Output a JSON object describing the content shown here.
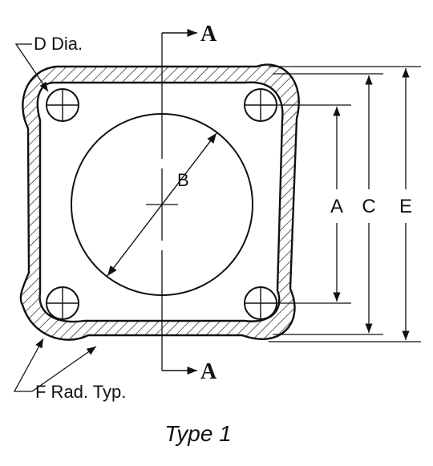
{
  "labels": {
    "bolt_hole": "D Dia.",
    "corner_radius": "F Rad. Typ.",
    "bore": "B",
    "dim_a": "A",
    "dim_c": "C",
    "dim_e": "E",
    "section_top": "A",
    "section_bottom": "A",
    "caption": "Type 1"
  },
  "colors": {
    "ink": "#111111",
    "background": "#ffffff"
  }
}
